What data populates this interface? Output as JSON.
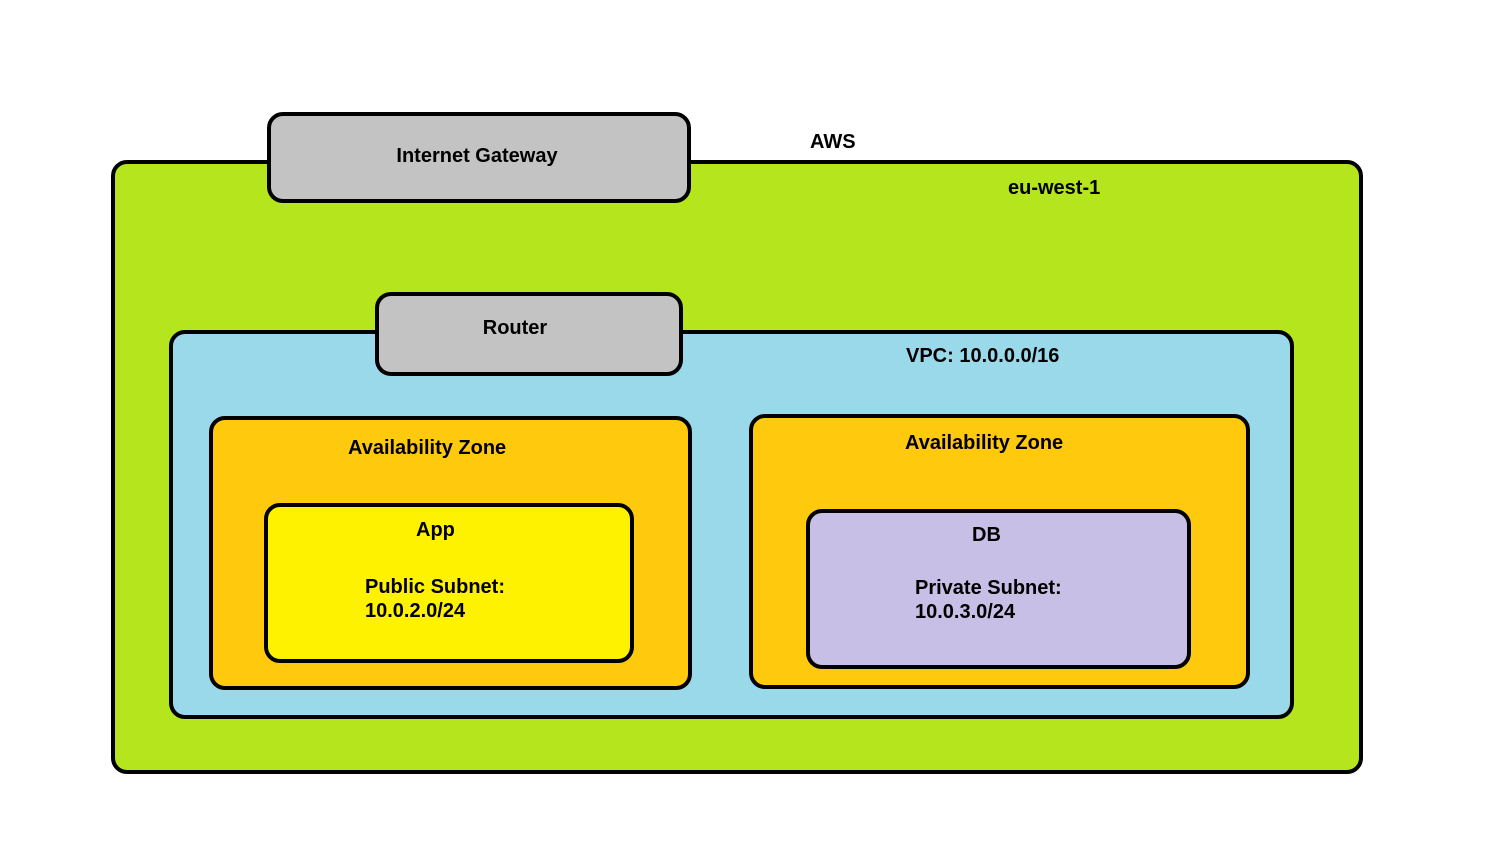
{
  "diagram": {
    "cloud_label": "AWS",
    "region_label": "eu-west-1",
    "internet_gateway_label": "Internet Gateway",
    "router_label": "Router",
    "vpc_label": "VPC: 10.0.0.0/16",
    "az_left": {
      "title": "Availability Zone",
      "subnet_name": "App",
      "subnet_type": "Public Subnet:",
      "subnet_cidr": "10.0.2.0/24"
    },
    "az_right": {
      "title": "Availability Zone",
      "subnet_name": "DB",
      "subnet_type": "Private Subnet:",
      "subnet_cidr": "10.0.3.0/24"
    }
  },
  "colors": {
    "region_fill": "#b5e61d",
    "vpc_fill": "#99d9ea",
    "az_fill": "#ffc90e",
    "public_subnet_fill": "#fff200",
    "private_subnet_fill": "#c8bfe7",
    "gateway_fill": "#c3c3c3",
    "border": "#000000"
  }
}
